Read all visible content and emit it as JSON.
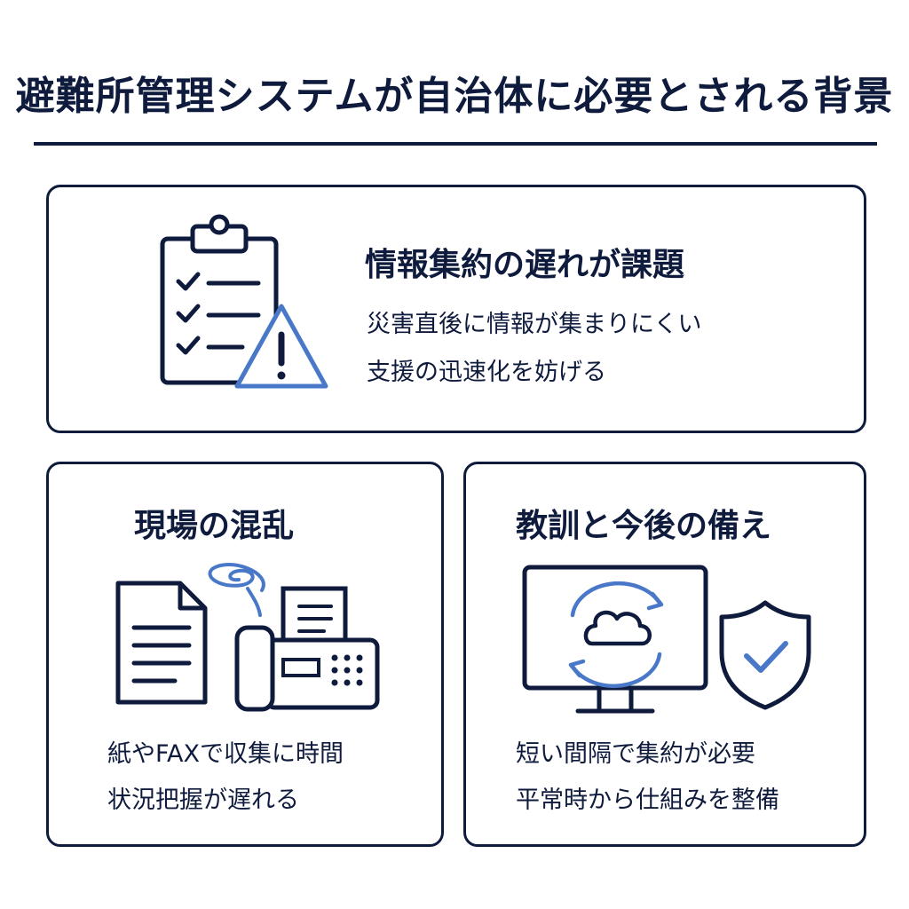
{
  "header": {
    "title": "避難所管理システムが自治体に必要とされる背景"
  },
  "cards": [
    {
      "heading": "情報集約の遅れが課題",
      "lines": [
        "災害直後に情報が集まりにくい",
        "支援の迅速化を妨げる"
      ],
      "icons": [
        "clipboard-checklist-icon",
        "warning-triangle-icon"
      ]
    },
    {
      "heading": "現場の混乱",
      "lines": [
        "紙やFAXで収集に時間",
        "状況把握が遅れる"
      ],
      "icons": [
        "paper-document-icon",
        "fax-machine-icon",
        "swirl-confusion-icon"
      ]
    },
    {
      "heading": "教訓と今後の備え",
      "lines": [
        "短い間隔で集約が必要",
        "平常時から仕組みを整備"
      ],
      "icons": [
        "monitor-cloud-sync-icon",
        "shield-check-icon"
      ]
    }
  ],
  "colors": {
    "navy": "#0f1b3d",
    "accent_blue": "#4a78c8",
    "background": "#ffffff"
  }
}
